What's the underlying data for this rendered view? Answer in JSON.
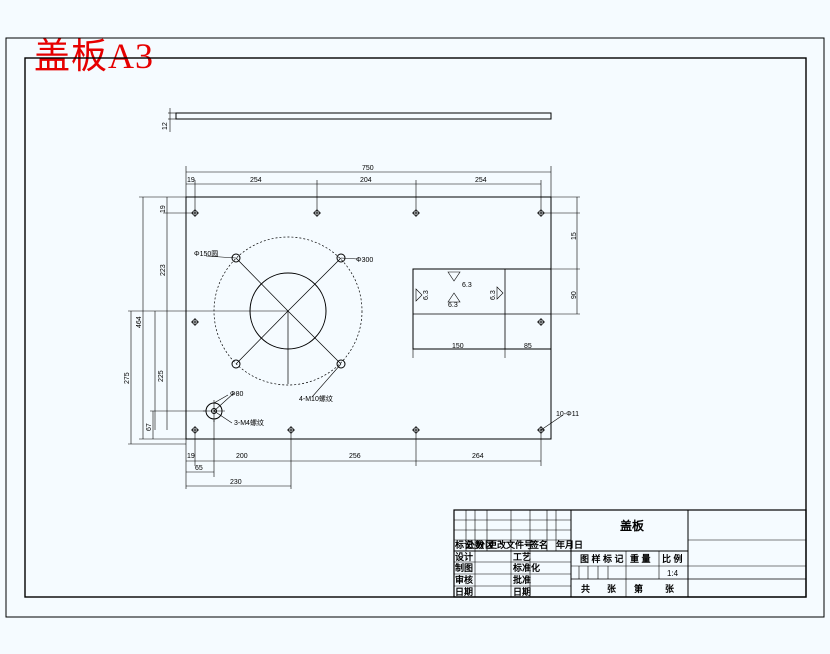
{
  "stamp": {
    "label": "盖板A3",
    "color": "#e60000"
  },
  "drawing": {
    "line_color": "#000000",
    "background": "#f5fbff",
    "side_view": {
      "thickness": "12"
    },
    "dimensions": {
      "overall_width": "750",
      "top_chain": [
        "19",
        "254",
        "204",
        "254"
      ],
      "bottom_chain": [
        "19",
        "200",
        "256",
        "264"
      ],
      "bottom_offset_a": "65",
      "bottom_offset_b": "230",
      "left_19": "19",
      "left_223": "223",
      "left_464": "464",
      "left_275": "275",
      "left_225": "225",
      "left_67": "67",
      "right_15": "15",
      "right_90": "90",
      "cutout_150": "150",
      "cutout_85": "85"
    },
    "annotations": {
      "bolt_circle": "Φ150圆",
      "large_circle": "Φ300",
      "four_holes": "4-M10螺纹",
      "small_circle": "Φ80",
      "three_holes": "3-M4螺纹",
      "perimeter_holes": "10-Φ11",
      "roughness_a": "6.3",
      "roughness_b": "6.3",
      "roughness_c": "6.3",
      "roughness_d": "6.3"
    }
  },
  "title_block": {
    "part_name": "盖板",
    "scale_label": "1:4",
    "headers": {
      "mark": "标记",
      "count": "处数",
      "zone": "分区",
      "change_doc": "更改文件号",
      "signature": "签名",
      "date": "年月日"
    },
    "rows": {
      "design": "设计",
      "standardize": "标准化",
      "draw": "制图",
      "check": "审核",
      "process": "工艺",
      "approve": "批准",
      "date": "日期"
    },
    "labels": {
      "stage_mark": "图 样 标 记",
      "weight": "重 量",
      "ratio": "比 例",
      "total_prefix": "共",
      "sheets": "张",
      "page_prefix": "第",
      "page_suffix": "张"
    }
  }
}
